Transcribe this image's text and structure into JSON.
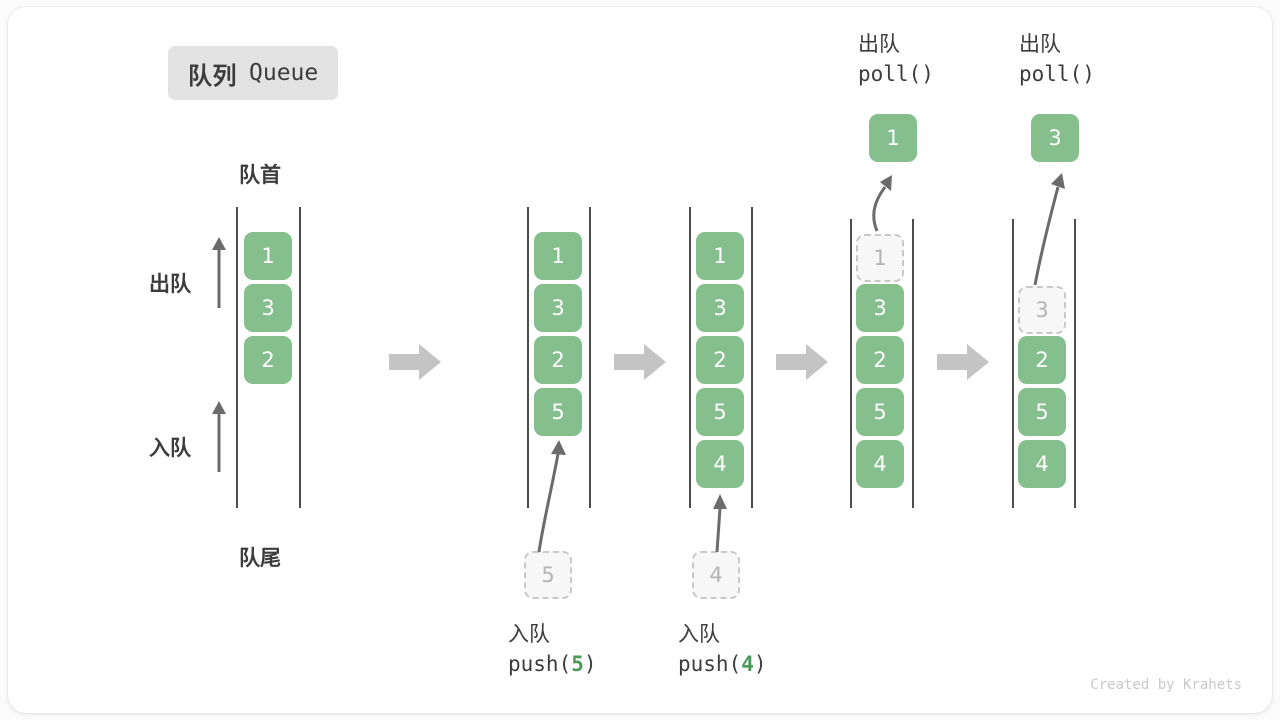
{
  "title": {
    "cn": "队列",
    "en": "Queue"
  },
  "labels": {
    "front": "队首",
    "rear": "队尾",
    "dequeue": "出队",
    "enqueue": "入队"
  },
  "credit": "Created by Krahets",
  "colors": {
    "box_fill": "#84bf8d",
    "box_text": "#ffffff",
    "ghost_fill": "#f7f7f7",
    "ghost_border": "#c8c8c8",
    "ghost_text": "#b4b4b4",
    "rail": "#4d4d4d",
    "flow_arrow": "#c4c4c4",
    "text": "#3c3c3c",
    "badge_bg": "#e3e3e3",
    "accent_num": "#4c9a5a"
  },
  "stages": [
    {
      "name": "initial",
      "items": [
        "1",
        "3",
        "2"
      ],
      "ghost": null,
      "popped": null,
      "op_line1": "",
      "op_line2": ""
    },
    {
      "name": "push-5",
      "items": [
        "1",
        "3",
        "2",
        "5"
      ],
      "ghost": {
        "value": "5",
        "position": "below"
      },
      "popped": null,
      "op_line1": "入队",
      "op_line2_prefix": "push(",
      "op_line2_num": "5",
      "op_line2_suffix": ")"
    },
    {
      "name": "push-4",
      "items": [
        "1",
        "3",
        "2",
        "5",
        "4"
      ],
      "ghost": {
        "value": "4",
        "position": "below"
      },
      "popped": null,
      "op_line1": "入队",
      "op_line2_prefix": "push(",
      "op_line2_num": "4",
      "op_line2_suffix": ")"
    },
    {
      "name": "poll-1",
      "items": [
        "3",
        "2",
        "5",
        "4"
      ],
      "ghost": {
        "value": "1",
        "position": "slot1"
      },
      "popped": "1",
      "op_line1": "出队",
      "op_line2": "poll()"
    },
    {
      "name": "poll-3",
      "items": [
        "2",
        "5",
        "4"
      ],
      "ghost": {
        "value": "3",
        "position": "slot2"
      },
      "popped": "3",
      "op_line1": "出队",
      "op_line2": "poll()"
    }
  ]
}
